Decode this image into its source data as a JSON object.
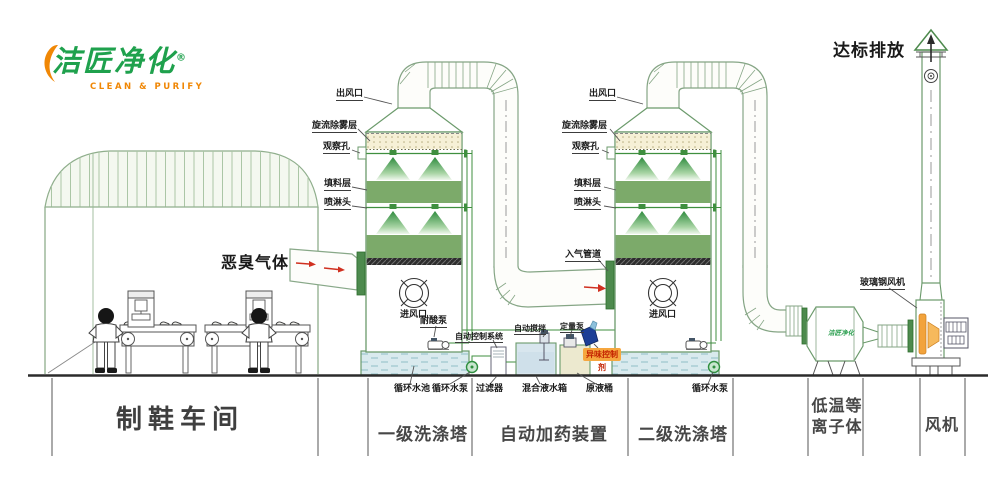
{
  "logo": {
    "brand": "洁匠净化",
    "reg": "®",
    "tagline": "CLEAN & PURIFY"
  },
  "annotations": {
    "emission": "达标排放",
    "odor_gas": "恶臭气体",
    "frp_fan": "玻璃钢风机",
    "outlet": "出风口",
    "demister": "旋流除雾层",
    "viewport": "观察孔",
    "packing": "填料层",
    "spray_head": "喷淋头",
    "inlet": "进风口",
    "gas_inlet_pipe": "入气管道",
    "acid_pump": "耐酸泵",
    "control_system": "自动控制系统",
    "auto_stirrer": "自动搅拌",
    "metering_pump": "定量泵",
    "odor_agent": "异味控制剂",
    "filter": "过滤器",
    "circ_pool": "循环水池",
    "circ_pump": "循环水泵",
    "mixed_tank": "混合液水箱",
    "raw_barrel": "原液桶"
  },
  "sections": {
    "workshop": "制鞋车间",
    "tower1": "一级洗涤塔",
    "dosing": "自动加药装置",
    "tower2": "二级洗涤塔",
    "plasma": "低温等离子体",
    "fan": "风机"
  },
  "colors": {
    "brand_green": "#1fa14d",
    "brand_orange": "#f08705",
    "equipment_line": "#6b9a6b",
    "packing_green": "#7caa6a",
    "water_blue": "#d9eaee",
    "agent_label_bg": "#f6a73f",
    "agent_label_text": "#c32200",
    "arrow_red": "#d03020"
  }
}
